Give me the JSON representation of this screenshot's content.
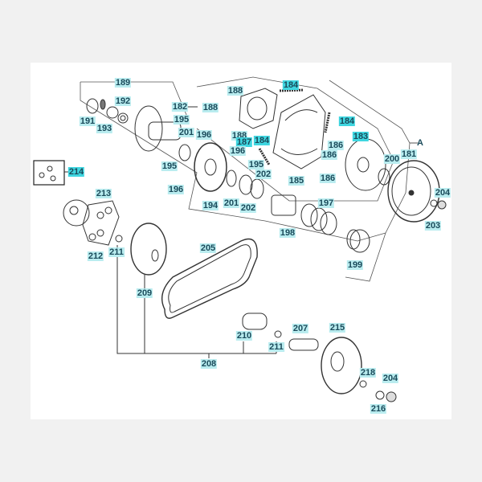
{
  "diagram_title": "",
  "callouts": {
    "c189": "189",
    "c191": "191",
    "c193": "193",
    "c192": "192",
    "c182": "182",
    "c188a": "188",
    "c188b": "188",
    "c188c": "188",
    "c195a": "195",
    "c196a": "196",
    "c201a": "201",
    "c187": "187",
    "c184a": "184",
    "c184b": "184",
    "c184c": "184",
    "c196b": "196",
    "c195b": "195",
    "c202a": "202",
    "c186a": "186",
    "c186b": "186",
    "c186c": "186",
    "c185": "185",
    "c183": "183",
    "c200": "200",
    "c181": "181",
    "cA": "A",
    "c214": "214",
    "c213": "213",
    "c212": "212",
    "c211a": "211",
    "c195c": "195",
    "c196c": "196",
    "c194": "194",
    "c201b": "201",
    "c202b": "202",
    "c197": "197",
    "c198": "198",
    "c199": "199",
    "c204a": "204",
    "c203": "203",
    "c205": "205",
    "c209": "209",
    "c210": "210",
    "c211b": "211",
    "c207": "207",
    "c215": "215",
    "c218": "218",
    "c204b": "204",
    "c216": "216",
    "c208": "208"
  },
  "colors": {
    "highlight": "#3fd6e0",
    "label_bg": "#b9ecef",
    "line": "#333333"
  }
}
